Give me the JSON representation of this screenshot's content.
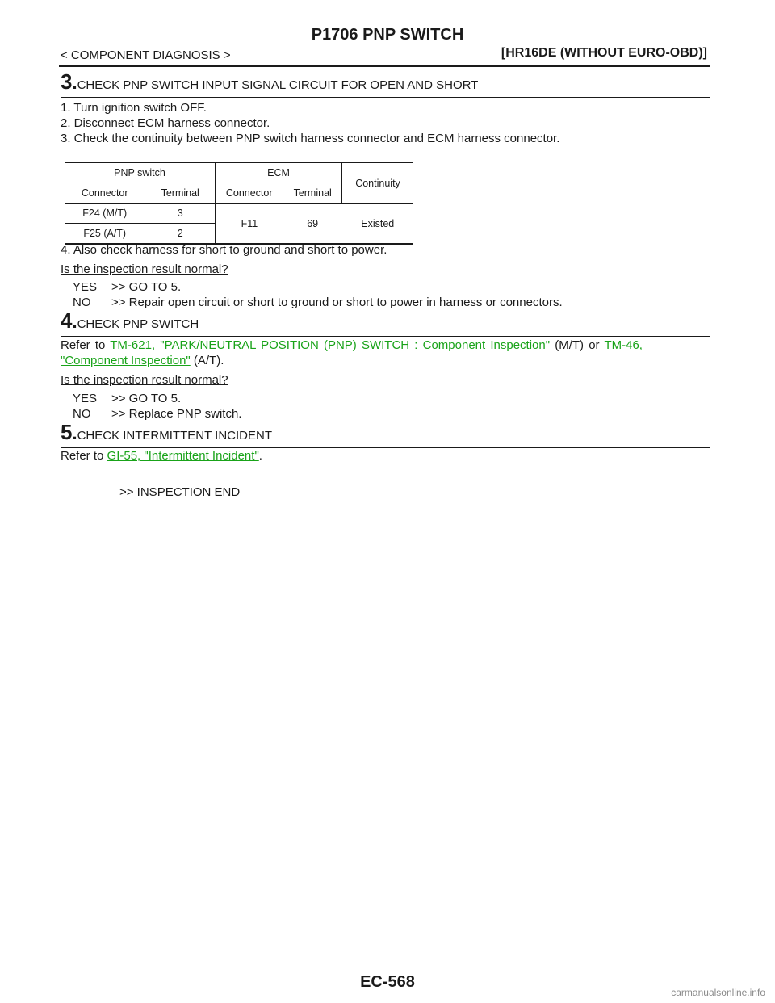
{
  "header": {
    "title": "P1706 PNP SWITCH",
    "breadcrumb": "< COMPONENT DIAGNOSIS >",
    "scope": "[HR16DE (WITHOUT EURO-OBD)]"
  },
  "step3": {
    "num": "3",
    "title": "CHECK PNP SWITCH INPUT SIGNAL CIRCUIT FOR OPEN AND SHORT",
    "items": [
      "1. Turn ignition switch OFF.",
      "2. Disconnect ECM harness connector.",
      "3. Check the continuity between PNP switch harness connector and ECM harness connector."
    ],
    "table": {
      "group_pnp": "PNP switch",
      "group_ecm": "ECM",
      "continuity": "Continuity",
      "col_connector": "Connector",
      "col_terminal": "Terminal",
      "col_connector2": "Connector",
      "col_terminal2": "Terminal",
      "rows": [
        {
          "connector": "F24 (M/T)",
          "terminal": "3"
        },
        {
          "connector": "F25 (A/T)",
          "terminal": "2"
        }
      ],
      "ecm_connector": "F11",
      "ecm_terminal": "69",
      "result": "Existed"
    },
    "item4": "4. Also check harness for short to ground and short to power.",
    "question": "Is the inspection result normal?",
    "yes_key": "YES",
    "yes_text": ">> GO TO 5.",
    "no_key": "NO",
    "no_text": ">> Repair open circuit or short to ground or short to power in harness or connectors."
  },
  "step4": {
    "num": "4",
    "title": "CHECK PNP SWITCH",
    "refer": "Refer to",
    "link1": "TM-621, \"PARK/NEUTRAL POSITION (PNP) SWITCH : Component Inspection\"",
    "mid": "(M/T) or",
    "link2a": "TM-46,",
    "link2b": "\"Component Inspection\"",
    "tail": "(A/T).",
    "question": "Is the inspection result normal?",
    "yes_key": "YES",
    "yes_text": ">> GO TO 5.",
    "no_key": "NO",
    "no_text": ">> Replace PNP switch."
  },
  "step5": {
    "num": "5",
    "title": "CHECK INTERMITTENT INCIDENT",
    "refer": "Refer to",
    "link": "GI-55, \"Intermittent Incident\"",
    "tail": ".",
    "end": ">> INSPECTION END"
  },
  "footer": {
    "page": "EC-568",
    "watermark": "carmanualsonline.info"
  },
  "colors": {
    "link": "#19a319",
    "text": "#1a1a1a"
  }
}
